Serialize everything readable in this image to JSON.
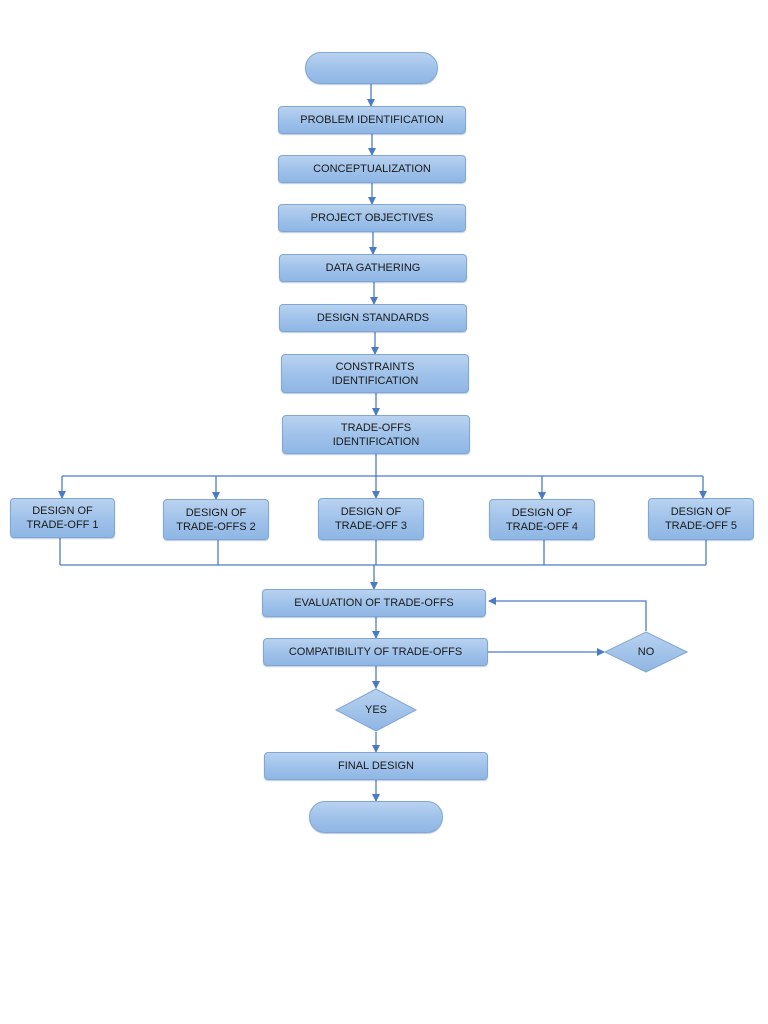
{
  "flowchart": {
    "start": "",
    "steps": {
      "problem_identification": "PROBLEM IDENTIFICATION",
      "conceptualization": "CONCEPTUALIZATION",
      "project_objectives": "PROJECT OBJECTIVES",
      "data_gathering": "DATA GATHERING",
      "design_standards": "DESIGN STANDARDS",
      "constraints_identification": "CONSTRAINTS\nIDENTIFICATION",
      "tradeoffs_identification": "TRADE-OFFS\nIDENTIFICATION"
    },
    "designs": [
      "DESIGN OF\nTRADE-OFF 1",
      "DESIGN OF\nTRADE-OFFS 2",
      "DESIGN OF\nTRADE-OFF 3",
      "DESIGN OF\nTRADE-OFF 4",
      "DESIGN OF\nTRADE-OFF 5"
    ],
    "evaluation": "EVALUATION OF TRADE-OFFS",
    "compatibility": "COMPATIBILITY OF TRADE-OFFS",
    "decision_no": "NO",
    "decision_yes": "YES",
    "final_design": "FINAL DESIGN",
    "end": ""
  },
  "colors": {
    "node_fill": "#9ec1ea",
    "node_border": "#7fa7d6",
    "connector": "#4a7cc4"
  }
}
